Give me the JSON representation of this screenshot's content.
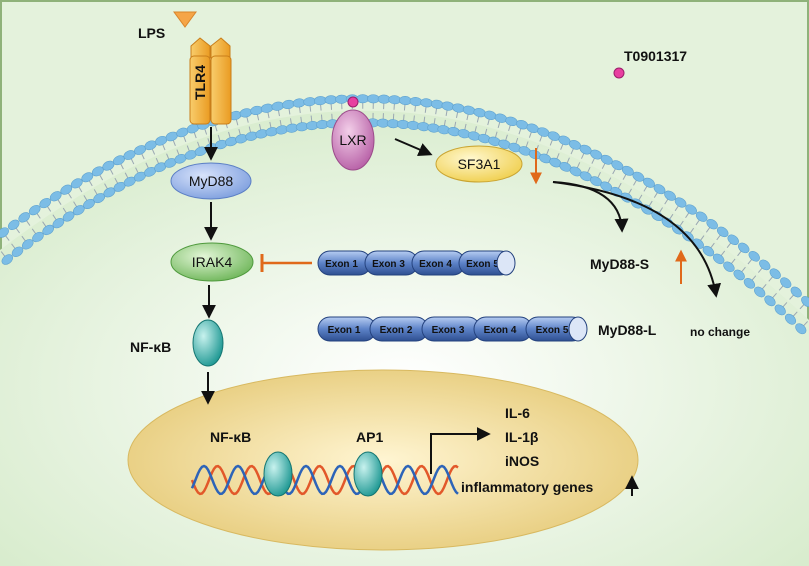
{
  "labels": {
    "lps": "LPS",
    "tlr4": "TLR4",
    "t0901317": "T0901317",
    "lxr": "LXR",
    "sf3a1": "SF3A1",
    "myd88": "MyD88",
    "irak4": "IRAK4",
    "nfkb_cyto": "NF-κB",
    "nfkb_nuc": "NF-κB",
    "ap1": "AP1",
    "myd88_s": "MyD88-S",
    "myd88_l": "MyD88-L",
    "no_change": "no change",
    "inflammatory_genes": "inflammatory genes"
  },
  "genes": [
    "IL-6",
    "IL-1β",
    "iNOS"
  ],
  "short_isoform_exons": [
    "Exon 1",
    "Exon 3",
    "Exon 4",
    "Exon 5"
  ],
  "long_isoform_exons": [
    "Exon 1",
    "Exon 2",
    "Exon 3",
    "Exon 4",
    "Exon 5"
  ],
  "colors": {
    "cytoplasm": "#e4f2dc",
    "nucleus": "#e8cf85",
    "membrane_head": "#7cbde6",
    "tlr4": "#f5b13c",
    "myd88": "#8fa9e3",
    "irak4": "#9fd68a",
    "sf3a1": "#f8e17a",
    "lxr": "#c87ab8",
    "nfkb": "#3cb5b0",
    "exon": "#4a6fb8",
    "inhibit": "#e0691a",
    "dna_red": "#e2582a",
    "dna_blue": "#2d64b8"
  }
}
